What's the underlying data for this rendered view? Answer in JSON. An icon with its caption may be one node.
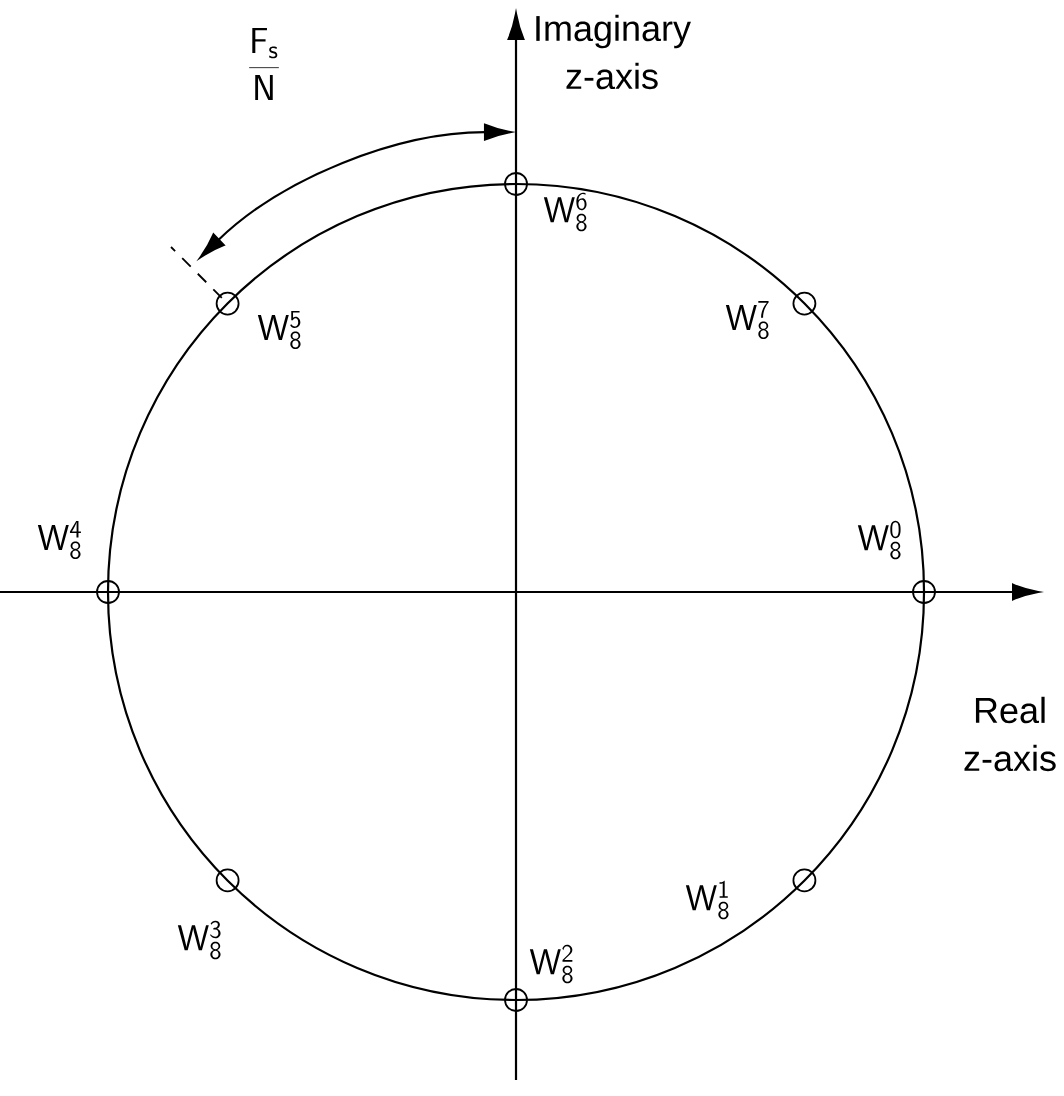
{
  "diagram": {
    "nodes": [
      {
        "text": [],
        "shape": "circle",
        "beside": [
          "\\mathsf{W}_{\\mathsf{8}}^{\\mathsf{6}}"
        ]
      },
      {
        "text": [],
        "shape": "circle",
        "beside": [
          "\\mathsf{W}_{\\mathsf{8}}^{\\mathsf{5}}"
        ]
      },
      {
        "text": [],
        "shape": "circle",
        "beside": [
          "\\mathsf{W}_{\\mathsf{8}}^{\\mathsf{7}}"
        ]
      },
      {
        "text": [],
        "shape": "circle",
        "beside": [
          "\\mathsf{W}_{\\mathsf{8}}^{\\mathsf{4}}"
        ]
      },
      {
        "text": [],
        "shape": "circle",
        "beside": [
          "\\mathsf{W}_{\\mathsf{8}}^{\\mathsf{0}}"
        ]
      },
      {
        "text": [],
        "shape": "circle",
        "beside": [
          "\\mathsf{W}_{\\mathsf{8}}^{\\mathsf{3}}"
        ]
      },
      {
        "text": [],
        "shape": "circle",
        "beside": [
          "\\mathsf{W}_{\\mathsf{8}}^{\\mathsf{1}}"
        ]
      },
      {
        "text": [],
        "shape": "circle",
        "beside": [
          "\\mathsf{W}_{\\mathsf{8}}^{\\mathsf{2}}"
        ]
      }
    ],
    "labels": [
      "Imaginary z-axis",
      "Real z-axis",
      "\\frac{\\mathsf{F}_{\\mathsf{s}}}{\\mathsf{N}}"
    ]
  }
}
